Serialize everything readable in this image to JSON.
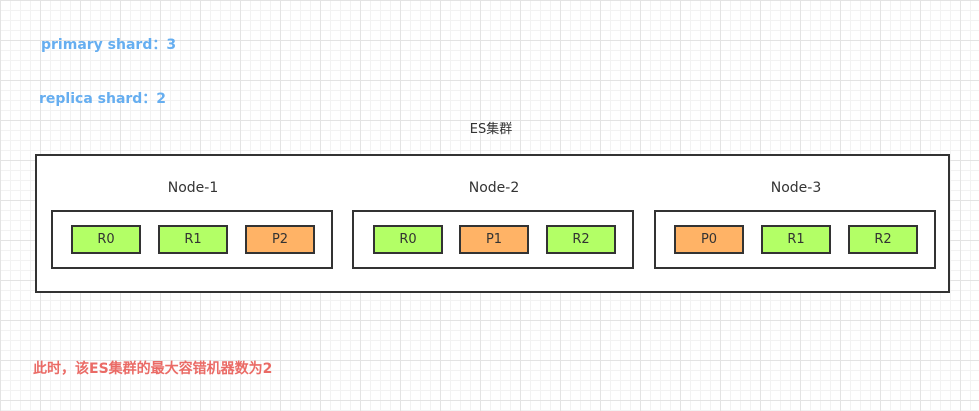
{
  "notes": {
    "primary": "primary shard：3",
    "replica": "replica shard：2",
    "conclusion": "此时，该ES集群的最大容错机器数为2"
  },
  "cluster": {
    "title": "ES集群",
    "nodes": [
      {
        "label": "Node-1",
        "shards": [
          {
            "label": "R0",
            "kind": "replica"
          },
          {
            "label": "R1",
            "kind": "replica"
          },
          {
            "label": "P2",
            "kind": "primary"
          }
        ]
      },
      {
        "label": "Node-2",
        "shards": [
          {
            "label": "R0",
            "kind": "replica"
          },
          {
            "label": "P1",
            "kind": "primary"
          },
          {
            "label": "R2",
            "kind": "replica"
          }
        ]
      },
      {
        "label": "Node-3",
        "shards": [
          {
            "label": "P0",
            "kind": "primary"
          },
          {
            "label": "R1",
            "kind": "replica"
          },
          {
            "label": "R2",
            "kind": "replica"
          }
        ]
      }
    ]
  },
  "colors": {
    "primary_fill": "#ffb366",
    "replica_fill": "#b3ff66",
    "note_blue": "#66aef0",
    "note_red": "#ea6b66"
  }
}
